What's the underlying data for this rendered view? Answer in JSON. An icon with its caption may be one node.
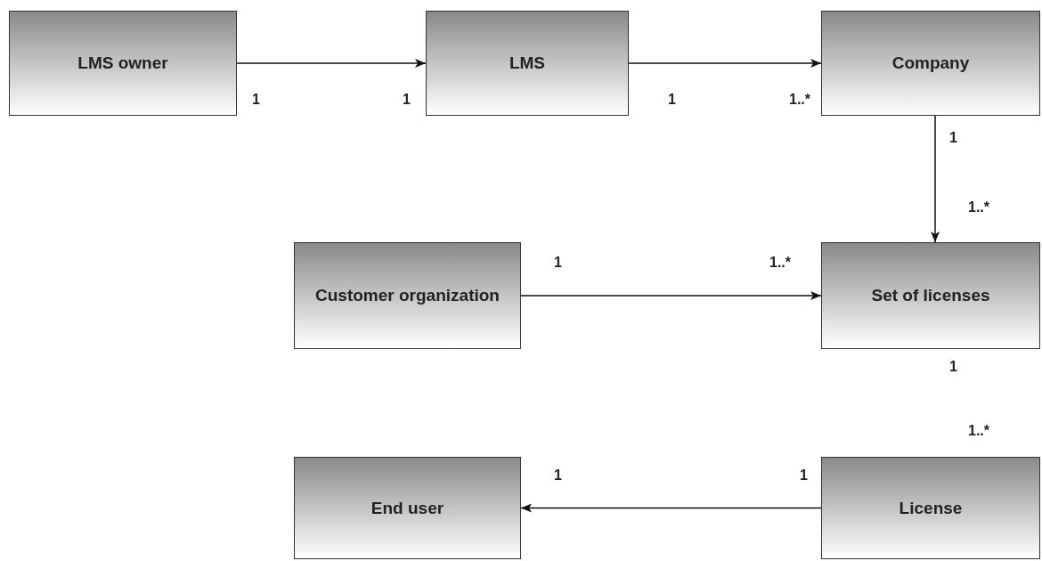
{
  "diagram": {
    "nodes": [
      {
        "text": [
          "LMS owner"
        ]
      },
      {
        "text": [
          "LMS"
        ]
      },
      {
        "text": [
          "Company"
        ]
      },
      {
        "text": [
          "Customer organization"
        ]
      },
      {
        "text": [
          "Set of licenses"
        ]
      },
      {
        "text": [
          "End user"
        ]
      },
      {
        "text": [
          "License"
        ]
      }
    ],
    "edges": [
      {
        "from": 0,
        "to": 1,
        "arrow": "to"
      },
      {
        "from": 1,
        "to": 2,
        "arrow": "to"
      },
      {
        "from": 2,
        "to": 4,
        "arrow": "to"
      },
      {
        "from": 3,
        "to": 4,
        "arrow": "to"
      },
      {
        "from": 6,
        "to": 5,
        "arrow": "to"
      }
    ],
    "labels": [
      "1",
      "1",
      "1",
      "1..*",
      "1",
      "1..*",
      "1",
      "1..*",
      "1",
      "1..*",
      "1",
      "1"
    ]
  }
}
